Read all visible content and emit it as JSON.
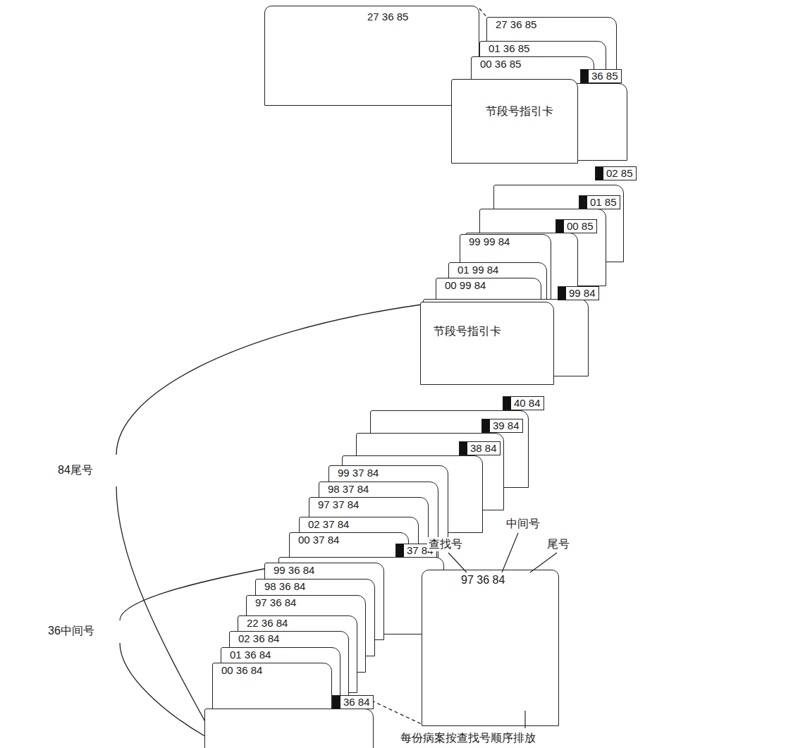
{
  "diagram": {
    "nodes": [
      {
        "text": [
          "27 36 85"
        ]
      },
      {
        "text": [
          "27 36 85"
        ]
      },
      {
        "text": [
          "01 36 85"
        ]
      },
      {
        "text": [
          "00 36 85"
        ]
      },
      {
        "text": [
          "36 85"
        ]
      },
      {
        "text": [
          "节段号指引卡"
        ]
      },
      {
        "text": [
          "02 85"
        ]
      },
      {
        "text": [
          "01 85"
        ]
      },
      {
        "text": [
          "00 85"
        ]
      },
      {
        "text": [
          "99 99 84"
        ]
      },
      {
        "text": [
          "01 99 84"
        ]
      },
      {
        "text": [
          "00 99 84"
        ]
      },
      {
        "text": [
          "99 84"
        ]
      },
      {
        "text": [
          "节段号指引卡"
        ]
      },
      {
        "text": [
          "40 84"
        ]
      },
      {
        "text": [
          "39 84"
        ]
      },
      {
        "text": [
          "38 84"
        ]
      },
      {
        "text": [
          "99 37 84"
        ]
      },
      {
        "text": [
          "98 37 84"
        ]
      },
      {
        "text": [
          "97 37 84"
        ]
      },
      {
        "text": [
          "02 37 84"
        ]
      },
      {
        "text": [
          "00 37 84"
        ]
      },
      {
        "text": [
          "37 84"
        ]
      },
      {
        "text": [
          "99 36 84"
        ]
      },
      {
        "text": [
          "98 36 84"
        ]
      },
      {
        "text": [
          "97 36 84"
        ]
      },
      {
        "text": [
          "22 36 84"
        ]
      },
      {
        "text": [
          "02 36 84"
        ]
      },
      {
        "text": [
          "01 36 84"
        ]
      },
      {
        "text": [
          "00 36 84"
        ]
      },
      {
        "text": [
          "36 84"
        ]
      },
      {
        "text": [
          "97 36 84"
        ]
      }
    ],
    "labels": [
      "84尾号",
      "36中间号",
      "查找号",
      "中间号",
      "尾号",
      "每份病案按查找号顺序排放"
    ]
  }
}
